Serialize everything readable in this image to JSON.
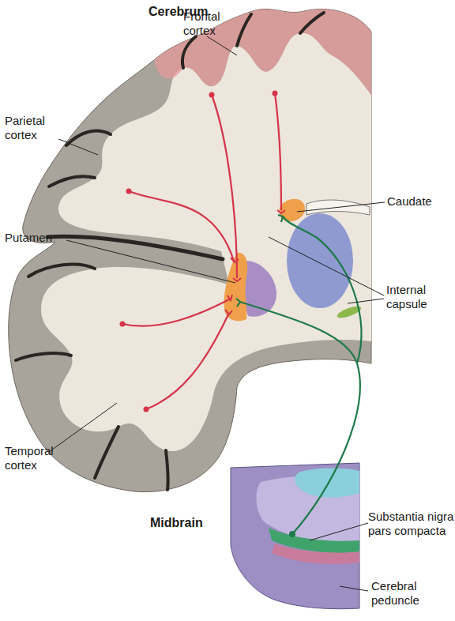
{
  "diagram": {
    "labels": [
      "Cerebrum",
      "Frontal cortex",
      "Parietal cortex",
      "Caudate",
      "Putamen",
      "Internal capsule",
      "Temporal cortex",
      "Midbrain",
      "Substantia nigra pars compacta",
      "Cerebral peduncle"
    ]
  }
}
